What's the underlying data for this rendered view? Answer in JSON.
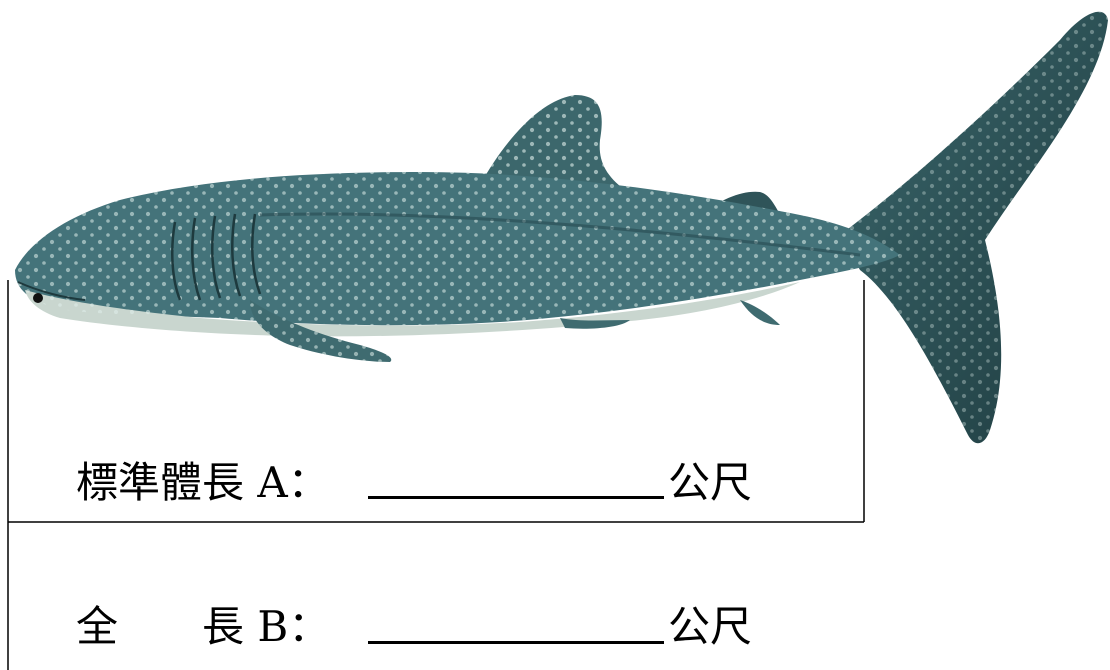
{
  "standard_length": {
    "label": "標準體長 A：",
    "unit": "公尺"
  },
  "total_length": {
    "label": "全　　長 B：",
    "unit": "公尺"
  },
  "illustration": {
    "subject": "whale-shark",
    "colors": {
      "body": "#3f6b70",
      "body_dark": "#264a50",
      "belly": "#c9d6cf",
      "spots": "#dfeeea",
      "outline": "#000000"
    }
  }
}
